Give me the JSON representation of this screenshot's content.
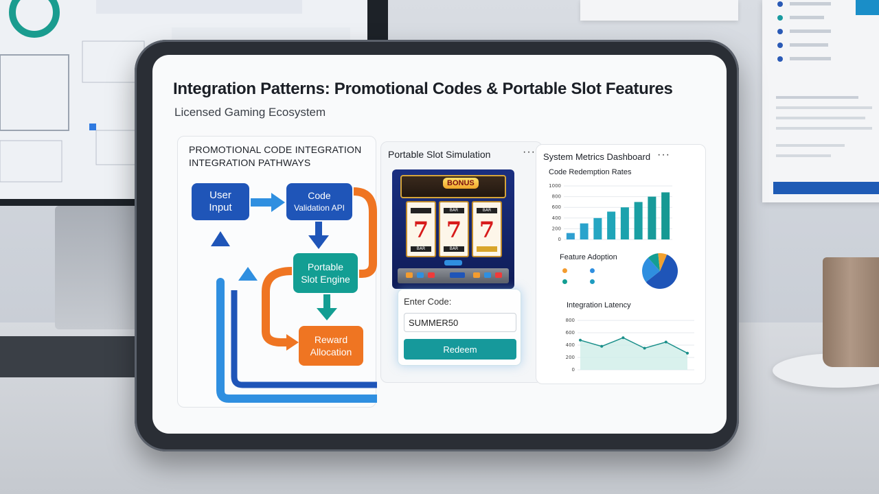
{
  "header": {
    "title": "Integration Patterns: Promotional Codes & Portable Slot Features",
    "subtitle": "Licensed Gaming Ecosystem"
  },
  "flow": {
    "title_line1": "PROMOTIONAL CODE INTEGRATION",
    "title_line2": "INTEGRATION PATHWAYS",
    "node_user_1": "User",
    "node_user_2": "Input",
    "node_validate_1": "Code",
    "node_validate_2": "Validation API",
    "node_slot_1": "Portable",
    "node_slot_2": "Slot Engine",
    "node_reward_1": "Reward",
    "node_reward_2": "Allocation"
  },
  "slot": {
    "title": "Portable Slot Simulation",
    "menu": "···",
    "bonus": "BONUS",
    "reel_symbol": "7",
    "bar_label": "BAR",
    "enter_label": "Enter Code:",
    "code_value": "SUMMER50",
    "redeem_label": "Redeem"
  },
  "metrics": {
    "title": "System Metrics Dashboard",
    "menu": "···",
    "redemption_title": "Code Redemption Rates",
    "adoption_title": "Feature Adoption",
    "latency_title": "Integration Latency"
  },
  "colors": {
    "blue": "#1f55b8",
    "teal": "#139e93",
    "orange": "#ef7522",
    "light_blue": "#2f8fe0"
  },
  "chart_data": [
    {
      "type": "bar",
      "title": "Code Redemption Rates",
      "ylim": [
        0,
        1000
      ],
      "yticks": [
        "0",
        "200",
        "400",
        "600",
        "800",
        "1000"
      ],
      "values": [
        120,
        300,
        400,
        520,
        600,
        700,
        800,
        880
      ]
    },
    {
      "type": "pie",
      "title": "Feature Adoption",
      "values": [
        58,
        24,
        10,
        8
      ],
      "colors": [
        "#1f55b8",
        "#2f8fe0",
        "#139e93",
        "#f3a12f"
      ]
    },
    {
      "type": "area",
      "title": "Integration Latency",
      "ylim": [
        0,
        800
      ],
      "yticks": [
        "0",
        "200",
        "400",
        "600",
        "800"
      ],
      "values": [
        480,
        380,
        520,
        350,
        450,
        270
      ]
    }
  ]
}
